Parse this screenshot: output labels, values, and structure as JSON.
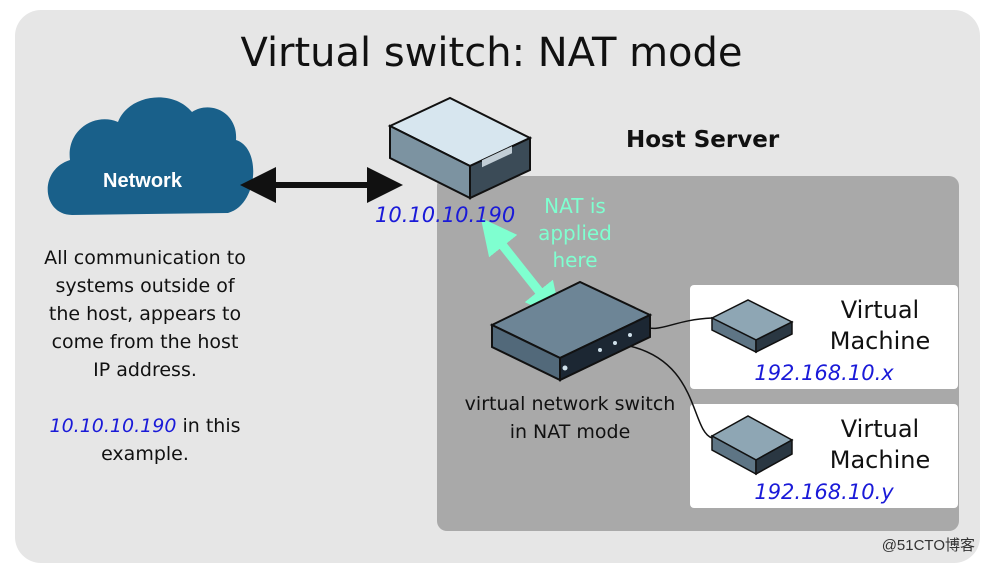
{
  "title": "Virtual switch: NAT mode",
  "network": {
    "label": "Network"
  },
  "description": {
    "lines": [
      "All communication to",
      "systems outside of",
      "the host, appears to",
      "come from the host",
      "IP address."
    ],
    "example_ip": "10.10.10.190",
    "example_suffix": " in this",
    "example_end": "example."
  },
  "host_server": {
    "label": "Host Server",
    "ip": "10.10.10.190"
  },
  "nat_note": [
    "NAT is",
    "applied",
    "here"
  ],
  "switch": {
    "label_lines": [
      "virtual network switch",
      "in NAT mode"
    ]
  },
  "vms": [
    {
      "title_lines": [
        "Virtual",
        "Machine"
      ],
      "ip": "192.168.10.x"
    },
    {
      "title_lines": [
        "Virtual",
        "Machine"
      ],
      "ip": "192.168.10.y"
    }
  ],
  "watermark": "@51CTO博客",
  "colors": {
    "ip_text": "#1a1ad8",
    "nat_arrow": "#7fffd0",
    "cloud": "#19608a",
    "host_panel": "#a9a9a9",
    "background": "#e6e6e6"
  }
}
